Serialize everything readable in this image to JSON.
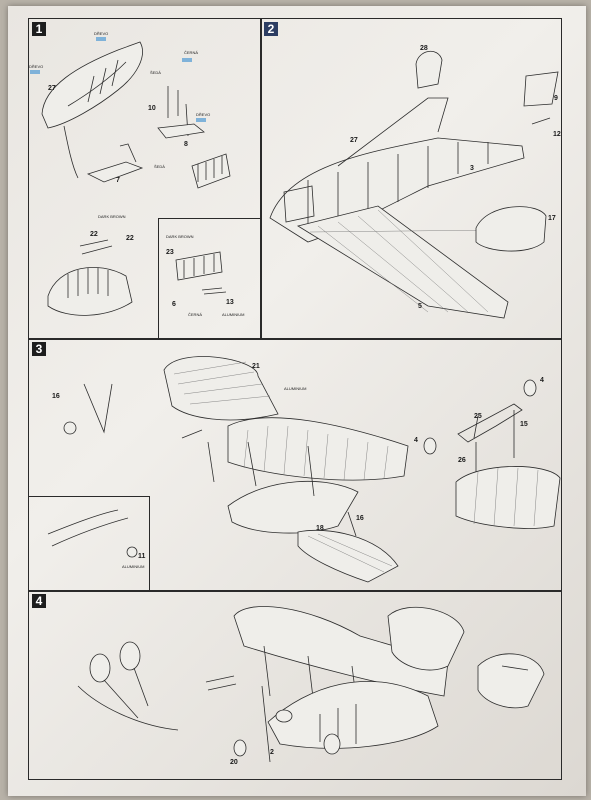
{
  "steps": {
    "s1": "1",
    "s2": "2",
    "s3": "3",
    "s4": "4"
  },
  "labels": {
    "drevo": "DŘEVO",
    "cerna": "ČERNÁ",
    "seda": "ŠEDÁ",
    "dark_brown": "DARK BROWN",
    "aluminium": "ALUMINIUM",
    "p2": "2",
    "p3": "3",
    "p4": "4",
    "p5": "5",
    "p6": "6",
    "p7": "7",
    "p8": "8",
    "p9": "9",
    "p10": "10",
    "p11": "11",
    "p12": "12",
    "p13": "13",
    "p15": "15",
    "p16": "16",
    "p17": "17",
    "p18": "18",
    "p20": "20",
    "p21": "21",
    "p22": "22",
    "p23": "23",
    "p25": "25",
    "p26": "26",
    "p27": "27",
    "p28": "28"
  },
  "colors": {
    "paper": "#ecebe7",
    "ink": "#2a2a2a",
    "badge": "#1d1d1d",
    "color_chip": "#7fb2d9"
  }
}
